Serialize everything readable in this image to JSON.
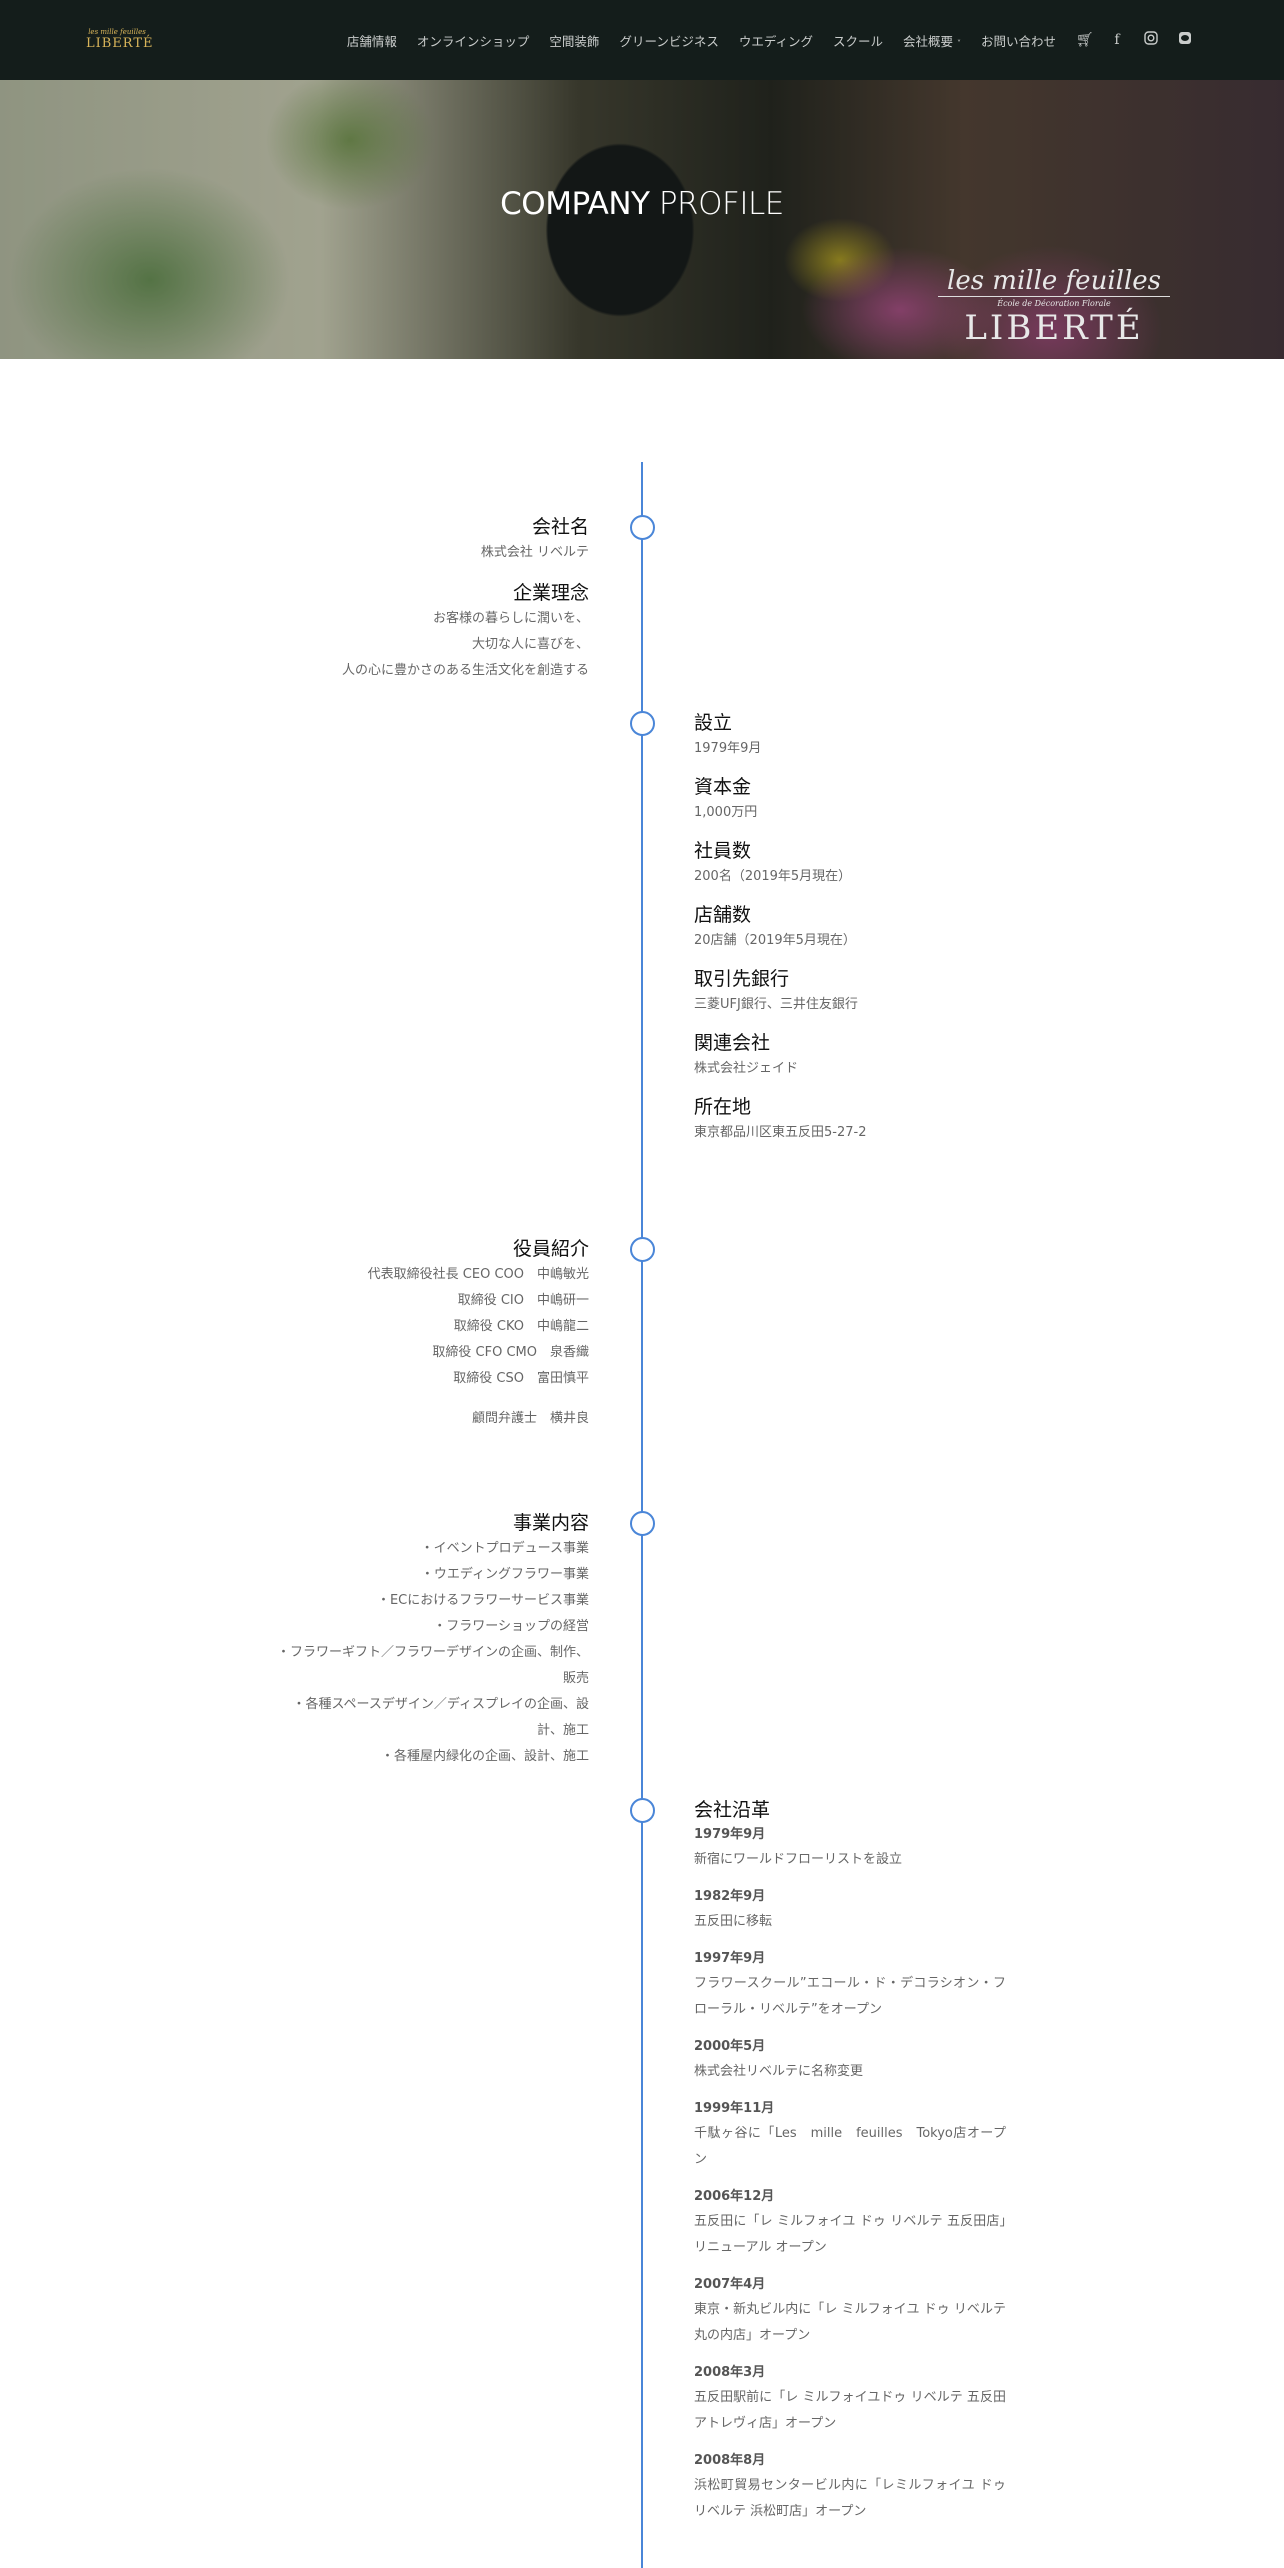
{
  "nav": {
    "logo_small": "les mille feuilles",
    "logo_big": "LIBERTÉ",
    "items": [
      "店舗情報",
      "オンラインショップ",
      "空間装飾",
      "グリーンビジネス",
      "ウエディング",
      "スクール",
      "会社概要",
      "お問い合わせ"
    ],
    "dropdown_mark": "˅"
  },
  "hero": {
    "title_bold": "COMPANY",
    "title_light": "PROFILE",
    "logo_script": "les mille feuilles",
    "logo_sub": "École de Décoration Florale",
    "logo_big": "LIBERTÉ"
  },
  "s1": {
    "h1": "会社名",
    "v1": "株式会社 リベルテ",
    "h2": "企業理念",
    "v2": [
      "お客様の暮らしに潤いを、",
      "大切な人に喜びを、",
      "人の心に豊かさのある生活文化を創造する"
    ]
  },
  "s2": [
    {
      "h": "設立",
      "v": "1979年9月"
    },
    {
      "h": "資本金",
      "v": "1,000万円"
    },
    {
      "h": "社員数",
      "v": "200名（2019年5月現在）"
    },
    {
      "h": "店舗数",
      "v": "20店舗（2019年5月現在）"
    },
    {
      "h": "取引先銀行",
      "v": "三菱UFJ銀行、三井住友銀行"
    },
    {
      "h": "関連会社",
      "v": "株式会社ジェイド"
    },
    {
      "h": "所在地",
      "v": "東京都品川区東五反田5-27-2"
    }
  ],
  "s3": {
    "h": "役員紹介",
    "officers": [
      "代表取締役社長 CEO COO　中嶋敏光",
      "取締役 CIO　中嶋研一",
      "取締役 CKO　中嶋龍二",
      "取締役 CFO CMO　泉香織",
      "取締役 CSO　富田慎平"
    ],
    "advisor": "顧問弁護士　横井良"
  },
  "s4": {
    "h": "事業内容",
    "items": [
      "・イベントプロデュース事業",
      "・ウエディングフラワー事業",
      "・ECにおけるフラワーサービス事業",
      "・フラワーショップの経営",
      "・フラワーギフト／フラワーデザインの企画、制作、販売",
      "・各種スペースデザイン／ディスプレイの企画、設計、施工",
      "・各種屋内緑化の企画、設計、施工"
    ]
  },
  "s5": {
    "h": "会社沿革",
    "history": [
      {
        "date": "1979年9月",
        "text": "新宿にワールドフローリストを設立"
      },
      {
        "date": "1982年9月",
        "text": "五反田に移転"
      },
      {
        "date": "1997年9月",
        "text": "フラワースクール”エコール・ド・デコラシオン・フローラル・リベルテ”をオープン"
      },
      {
        "date": "2000年5月",
        "text": "株式会社リベルテに名称変更"
      },
      {
        "date": "1999年11月",
        "text": "千駄ヶ谷に「Les　mille　feuilles　Tokyo店オープン"
      },
      {
        "date": "2006年12月",
        "text": "五反田に「レ ミルフォイユ ドゥ リベルテ 五反田店」リニューアル オープン"
      },
      {
        "date": "2007年4月",
        "text": "東京・新丸ビル内に「レ ミルフォイユ ドゥ リベルテ 丸の内店」オープン"
      },
      {
        "date": "2008年3月",
        "text": "五反田駅前に「レ ミルフォイユドゥ リベルテ 五反田アトレヴィ店」オープン"
      },
      {
        "date": "2008年8月",
        "text": "浜松町貿易センタービル内に「レミルフォイユ ドゥ リベルテ 浜松町店」オープン"
      }
    ]
  }
}
